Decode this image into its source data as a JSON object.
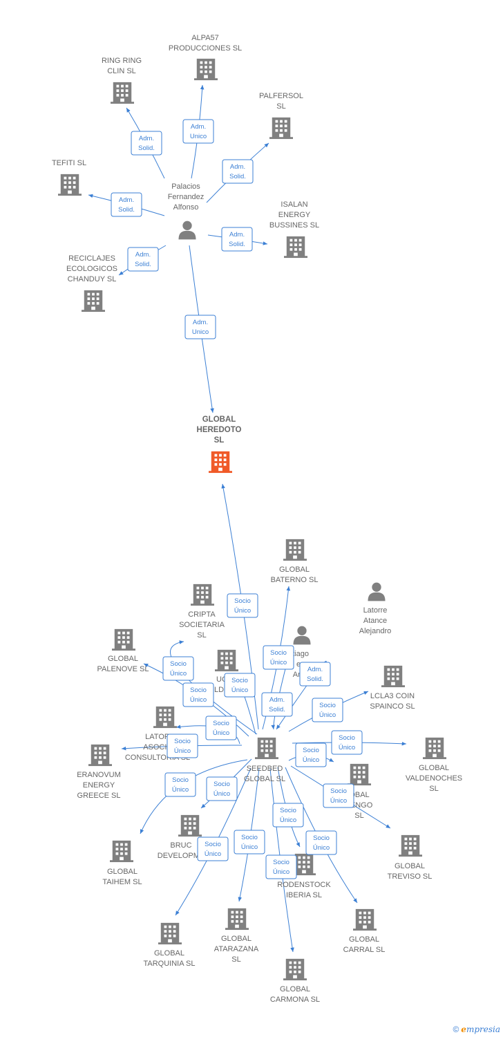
{
  "colors": {
    "edge": "#3b7fd4",
    "node": "#808080",
    "highlight": "#f05a28"
  },
  "nodes": [
    {
      "id": "alpa57",
      "kind": "company",
      "label": [
        "ALPA57",
        "PRODUCCIONES SL"
      ]
    },
    {
      "id": "ringring",
      "kind": "company",
      "label": [
        "RING RING",
        "CLIN  SL"
      ]
    },
    {
      "id": "palfersol",
      "kind": "company",
      "label": [
        "PALFERSOL",
        "SL"
      ]
    },
    {
      "id": "tefiti",
      "kind": "company",
      "label": [
        "TEFITI  SL"
      ]
    },
    {
      "id": "palacios",
      "kind": "person",
      "label": [
        "Palacios",
        "Fernandez",
        "Alfonso"
      ]
    },
    {
      "id": "isalan",
      "kind": "company",
      "label": [
        "ISALAN",
        "ENERGY",
        "BUSSINES  SL"
      ]
    },
    {
      "id": "reciclajes",
      "kind": "company",
      "label": [
        "RECICLAJES",
        "ECOLOGICOS",
        "CHANDUY  SL"
      ]
    },
    {
      "id": "heredoto",
      "kind": "company",
      "highlight": true,
      "label": [
        "GLOBAL",
        "HEREDOTO",
        "SL"
      ]
    },
    {
      "id": "baterno",
      "kind": "company",
      "label": [
        "GLOBAL",
        "BATERNO  SL"
      ]
    },
    {
      "id": "latorre",
      "kind": "person",
      "label": [
        "Latorre",
        "Atance",
        "Alejandro"
      ]
    },
    {
      "id": "cripta",
      "kind": "company",
      "label": [
        "CRIPTA",
        "SOCIETARIA",
        "SL"
      ]
    },
    {
      "id": "santiago",
      "kind": "person",
      "label": [
        "ntiago",
        "e",
        "Ant"
      ]
    },
    {
      "id": "palenove",
      "kind": "company",
      "label": [
        "GLOBAL",
        "PALENOVE  SL"
      ]
    },
    {
      "id": "ucaldo",
      "kind": "company",
      "label": [
        "UC",
        "LDC"
      ]
    },
    {
      "id": "lcla3",
      "kind": "company",
      "label": [
        "LCLA3 COIN",
        "SPAINCO  SL"
      ]
    },
    {
      "id": "latorr",
      "kind": "company",
      "label": [
        "LATOR",
        "ASOCIA",
        "CONSULTORIA SL"
      ]
    },
    {
      "id": "valdenoches",
      "kind": "company",
      "label": [
        "GLOBAL",
        "VALDENOCHES",
        "SL"
      ]
    },
    {
      "id": "eranovum",
      "kind": "company",
      "label": [
        "ERANOVUM",
        "ENERGY",
        "GREECE  SL"
      ]
    },
    {
      "id": "seedbed",
      "kind": "company",
      "label": [
        "SEEDBED",
        "GLOBAL  SL"
      ]
    },
    {
      "id": "realengo",
      "kind": "company",
      "label": [
        "OBAL",
        "LENGO",
        "SL"
      ]
    },
    {
      "id": "bruc",
      "kind": "company",
      "label": [
        "BRUC",
        "DEVELOPME"
      ]
    },
    {
      "id": "taihem",
      "kind": "company",
      "label": [
        "GLOBAL",
        "TAIHEM  SL"
      ]
    },
    {
      "id": "treviso",
      "kind": "company",
      "label": [
        "GLOBAL",
        "TREVISO  SL"
      ]
    },
    {
      "id": "rodenstock",
      "kind": "company",
      "label": [
        "RODENSTOCK",
        "IBERIA  SL"
      ]
    },
    {
      "id": "atarazana",
      "kind": "company",
      "label": [
        "GLOBAL",
        "ATARAZANA",
        "SL"
      ]
    },
    {
      "id": "carral",
      "kind": "company",
      "label": [
        "GLOBAL",
        "CARRAL  SL"
      ]
    },
    {
      "id": "tarquinia",
      "kind": "company",
      "label": [
        "GLOBAL",
        "TARQUINIA  SL"
      ]
    },
    {
      "id": "carmona",
      "kind": "company",
      "label": [
        "GLOBAL",
        "CARMONA  SL"
      ]
    }
  ],
  "edges": [
    {
      "from": "palacios",
      "to": "alpa57",
      "label": [
        "Adm.",
        "Unico"
      ]
    },
    {
      "from": "palacios",
      "to": "ringring",
      "label": [
        "Adm.",
        "Solid."
      ]
    },
    {
      "from": "palacios",
      "to": "palfersol",
      "label": [
        "Adm.",
        "Solid."
      ]
    },
    {
      "from": "palacios",
      "to": "tefiti",
      "label": [
        "Adm.",
        "Solid."
      ]
    },
    {
      "from": "palacios",
      "to": "isalan",
      "label": [
        "Adm.",
        "Solid."
      ]
    },
    {
      "from": "palacios",
      "to": "reciclajes",
      "label": [
        "Adm.",
        "Solid."
      ]
    },
    {
      "from": "palacios",
      "to": "heredoto",
      "label": [
        "Adm.",
        "Unico"
      ]
    },
    {
      "from": "seedbed",
      "to": "heredoto",
      "label": [
        "Socio",
        "Único"
      ]
    },
    {
      "from": "seedbed",
      "to": "baterno",
      "label": [
        "Socio",
        "Único"
      ]
    },
    {
      "from": "santiago",
      "to": "seedbed",
      "label": [
        "Adm.",
        "Solid."
      ]
    },
    {
      "from": "latorre",
      "to": "seedbed",
      "label": [
        "Adm.",
        "Solid."
      ]
    },
    {
      "from": "seedbed",
      "to": "cripta",
      "label": [
        "Socio",
        "Único"
      ]
    },
    {
      "from": "seedbed",
      "to": "palenove",
      "label": [
        "Socio",
        "Único"
      ]
    },
    {
      "from": "seedbed",
      "to": "ucaldo",
      "label": [
        "Socio",
        "Único"
      ]
    },
    {
      "from": "seedbed",
      "to": "lcla3",
      "label": [
        "Socio",
        "Único"
      ]
    },
    {
      "from": "seedbed",
      "to": "latorr",
      "label": [
        "Socio",
        "Único"
      ]
    },
    {
      "from": "seedbed",
      "to": "valdenoches",
      "label": [
        "Socio",
        "Único"
      ]
    },
    {
      "from": "seedbed",
      "to": "eranovum",
      "label": [
        "Socio",
        "Único"
      ]
    },
    {
      "from": "seedbed",
      "to": "realengo",
      "label": [
        "Socio",
        "Único"
      ]
    },
    {
      "from": "seedbed",
      "to": "bruc",
      "label": [
        "Socio",
        "Único"
      ]
    },
    {
      "from": "seedbed",
      "to": "taihem",
      "label": [
        "Socio",
        "Único"
      ]
    },
    {
      "from": "seedbed",
      "to": "treviso",
      "label": [
        "Socio",
        "Único"
      ]
    },
    {
      "from": "seedbed",
      "to": "rodenstock",
      "label": [
        "Socio",
        "Único"
      ]
    },
    {
      "from": "seedbed",
      "to": "atarazana",
      "label": [
        "Socio",
        "Único"
      ]
    },
    {
      "from": "seedbed",
      "to": "carral",
      "label": [
        "Socio",
        "Único"
      ]
    },
    {
      "from": "seedbed",
      "to": "tarquinia",
      "label": [
        "Socio",
        "Único"
      ]
    },
    {
      "from": "seedbed",
      "to": "carmona",
      "label": [
        "Socio",
        "Único"
      ]
    }
  ],
  "footer": {
    "copyright": "©",
    "brand_e": "e",
    "brand_rest": "mpresia"
  }
}
